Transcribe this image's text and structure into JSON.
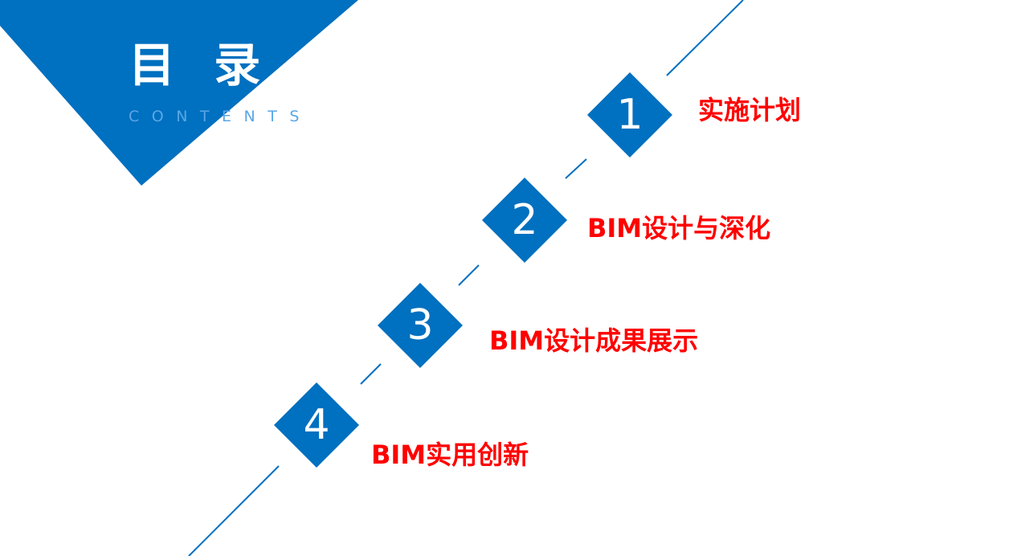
{
  "title": "目 录",
  "subtitle": "CONTENTS",
  "colors": {
    "accent_blue": "#0070c0",
    "subtitle_blue": "#5aa7e6",
    "item_red": "#ff0000",
    "background": "#ffffff"
  },
  "items": [
    {
      "number": "1",
      "label": "实施计划"
    },
    {
      "number": "2",
      "label": "BIM设计与深化"
    },
    {
      "number": "3",
      "label": "BIM设计成果展示"
    },
    {
      "number": "4",
      "label": "BIM实用创新"
    }
  ]
}
